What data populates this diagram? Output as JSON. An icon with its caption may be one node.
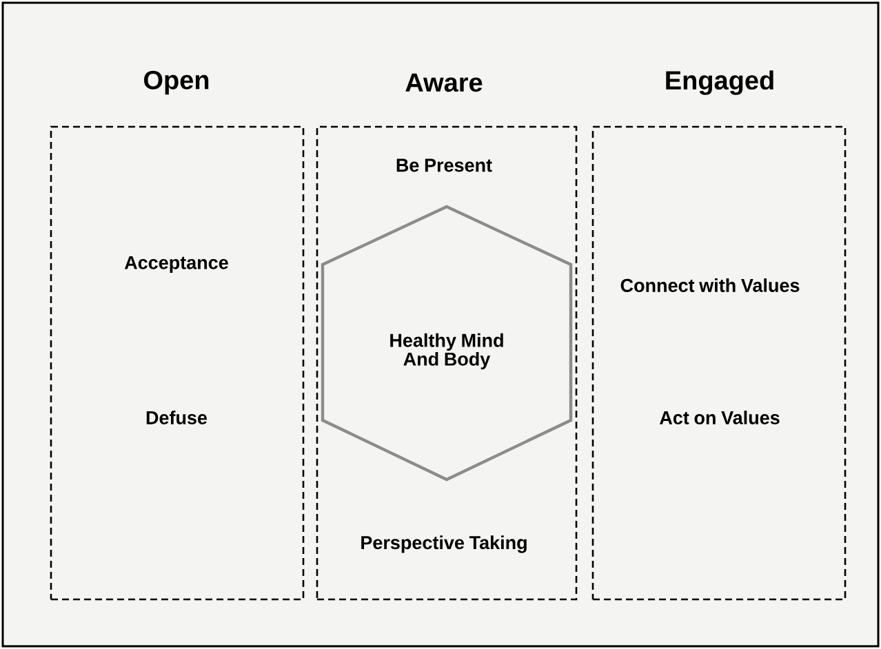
{
  "diagram": {
    "nodes": [
      {
        "text": [
          "Open",
          "Acceptance",
          "Defuse"
        ]
      },
      {
        "text": [
          "Aware",
          "Be Present",
          "Perspective Taking"
        ]
      },
      {
        "text": [
          "Engaged",
          "Connect with Values",
          "Act on Values"
        ]
      },
      {
        "text": [
          "Healthy Mind And Body"
        ],
        "in": 1
      }
    ]
  }
}
